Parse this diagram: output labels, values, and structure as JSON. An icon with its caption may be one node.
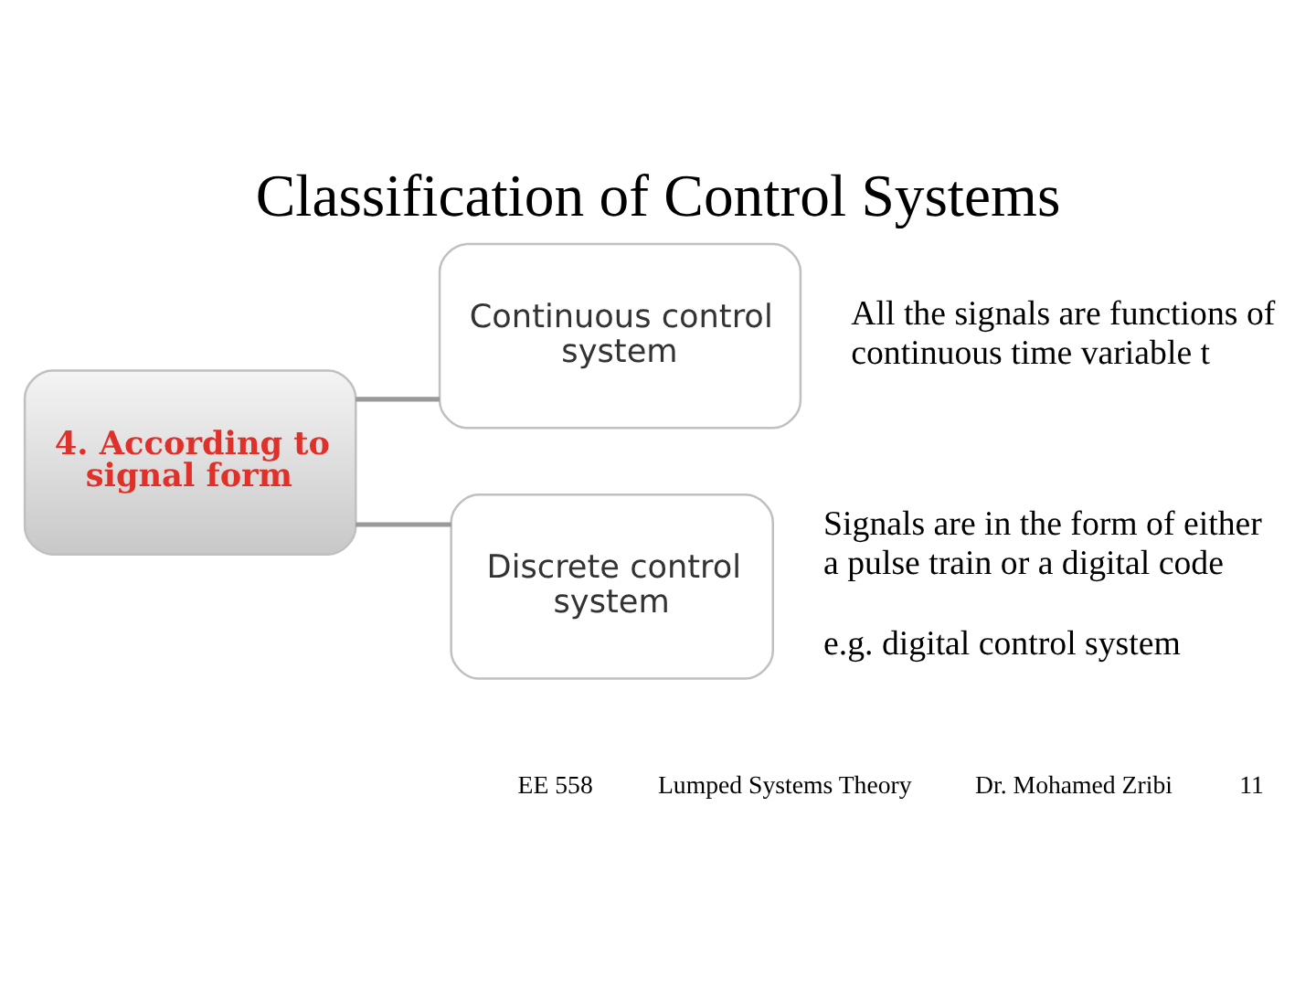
{
  "diagram": {
    "title": "Classification of Control Systems",
    "nodes": [
      {
        "text": [
          "4. According to signal form"
        ]
      },
      {
        "text": [
          "Continuous control system"
        ],
        "beside": [
          "All the signals are functions of continuous time variable t"
        ]
      },
      {
        "text": [
          "Discrete control system"
        ],
        "beside": [
          "Signals are in the form of either a pulse train or a digital code",
          "e.g. digital control system"
        ]
      }
    ],
    "edges": [
      {
        "from": 0,
        "to": 1,
        "arrow": "none"
      },
      {
        "from": 0,
        "to": 2,
        "arrow": "none"
      }
    ],
    "labels": [
      "EE 558",
      "Lumped Systems Theory",
      "Dr. Mohamed Zribi",
      "11"
    ]
  }
}
